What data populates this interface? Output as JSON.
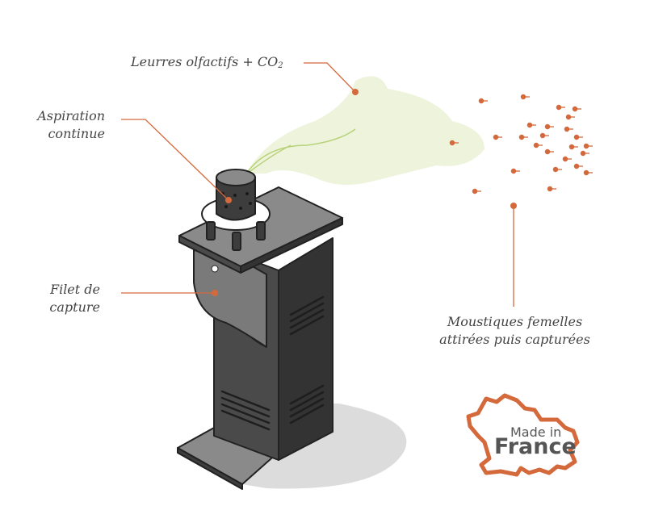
{
  "labels": {
    "lures": {
      "text": "Leurres olfactifs + CO",
      "sub": "2"
    },
    "aspiration": {
      "line1": "Aspiration",
      "line2": "continue"
    },
    "net": {
      "line1": "Filet de",
      "line2": "capture"
    },
    "mosquitoes": {
      "line1": "Moustiques femelles",
      "line2": "attirées puis capturées"
    }
  },
  "badge": {
    "line1": "Made in",
    "line2": "France"
  },
  "colors": {
    "accent": "#d4693c",
    "device_dark": "#3d3d3d",
    "device_mid": "#6b6b6b",
    "device_light": "#8a8a8a",
    "plume": "#eef3dc",
    "shadow": "#d9d9d9",
    "outline": "#222222"
  }
}
